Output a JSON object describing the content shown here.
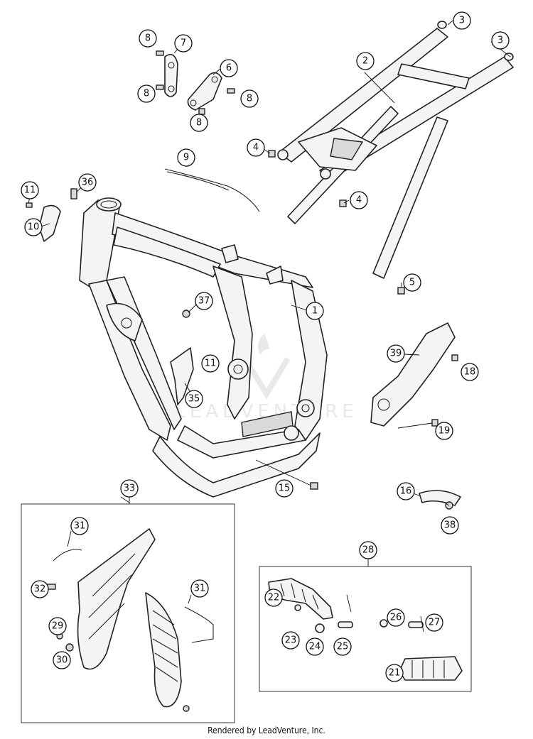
{
  "footer": {
    "credit": "Rendered by LeadVenture, Inc."
  },
  "watermark": {
    "text": "LEADVENTURE"
  },
  "callouts": [
    "1",
    "2",
    "3",
    "3",
    "4",
    "4",
    "5",
    "6",
    "7",
    "8",
    "8",
    "8",
    "8",
    "9",
    "10",
    "11",
    "11",
    "15",
    "16",
    "18",
    "19",
    "21",
    "22",
    "23",
    "24",
    "25",
    "26",
    "27",
    "28",
    "29",
    "30",
    "31",
    "31",
    "32",
    "33",
    "35",
    "36",
    "37",
    "38",
    "39"
  ]
}
